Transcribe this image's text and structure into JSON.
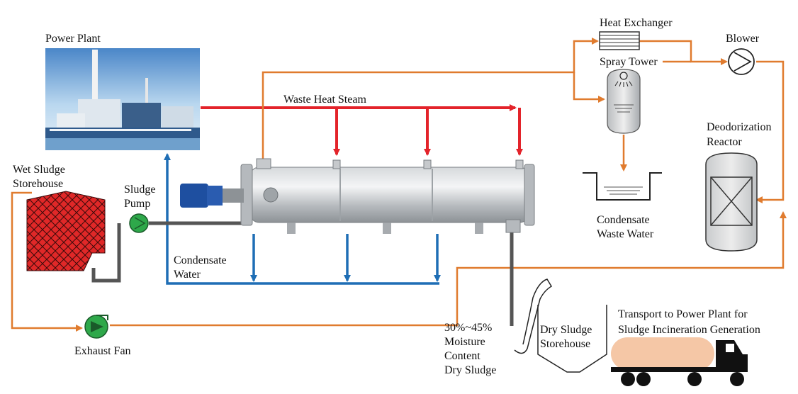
{
  "labels": {
    "power_plant": "Power Plant",
    "waste_heat_steam": "Waste Heat Steam",
    "heat_exchanger": "Heat Exchanger",
    "spray_tower": "Spray Tower",
    "blower": "Blower",
    "deodorization_reactor": [
      "Deodorization",
      "Reactor"
    ],
    "wet_sludge_storehouse": [
      "Wet Sludge",
      "Storehouse"
    ],
    "sludge_pump": [
      "Sludge",
      "Pump"
    ],
    "condensate_water": [
      "Condensate",
      "Water"
    ],
    "condensate_waste_water": [
      "Condensate",
      "Waste Water"
    ],
    "exhaust_fan": "Exhaust Fan",
    "dry_sludge_info": [
      "30%~45%",
      "Moisture",
      "Content",
      "Dry Sludge"
    ],
    "dry_sludge_storehouse": [
      "Dry Sludge",
      "Storehouse"
    ],
    "transport": [
      "Transport to Power Plant for",
      "Sludge Incineration Generation"
    ]
  },
  "colors": {
    "steam": "#e3232a",
    "condensate": "#1f6eb5",
    "gas": "#e07b2e",
    "sludge": "#555555",
    "pump_green": "#2ea84a",
    "storehouse_red": "#e02828",
    "truck_tank": "#f5c7a6"
  }
}
